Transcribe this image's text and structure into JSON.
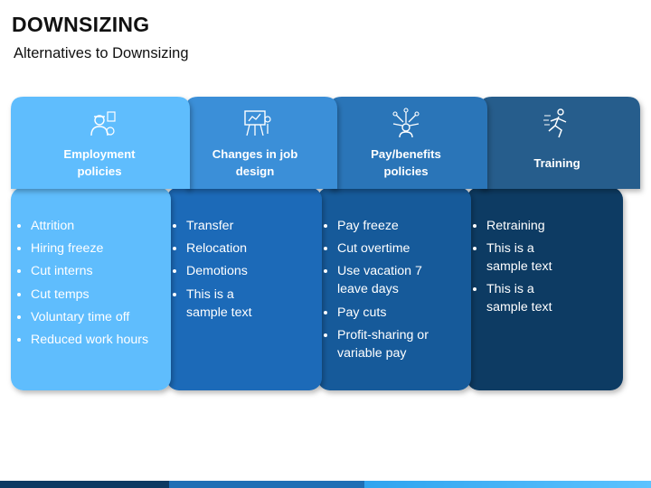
{
  "title": "DOWNSIZING",
  "subtitle": "Alternatives to Downsizing",
  "columns": [
    {
      "header": [
        "Employment",
        "policies"
      ],
      "icon": "employee-policies-icon",
      "bullets": [
        [
          "Attrition"
        ],
        [
          "Hiring freeze"
        ],
        [
          "Cut interns"
        ],
        [
          "Cut temps"
        ],
        [
          "Voluntary time off"
        ],
        [
          "Reduced work hours"
        ]
      ],
      "header_color": "#5ebdfd",
      "body_color": "#5ebdfd"
    },
    {
      "header": [
        "Changes in job",
        "design"
      ],
      "icon": "presentation-board-icon",
      "bullets": [
        [
          "Transfer"
        ],
        [
          "Relocation"
        ],
        [
          "Demotions"
        ],
        [
          "This is a",
          "sample text"
        ]
      ],
      "header_color": "#3a8fd8",
      "body_color": "#1a6bb8"
    },
    {
      "header": [
        "Pay/benefits",
        "policies"
      ],
      "icon": "person-network-icon",
      "bullets": [
        [
          "Pay freeze"
        ],
        [
          "Cut overtime"
        ],
        [
          "Use vacation 7",
          "leave days"
        ],
        [
          "Pay cuts"
        ],
        [
          "Profit-sharing or",
          "variable pay"
        ]
      ],
      "header_color": "#2a74b8",
      "body_color": "#135a9a"
    },
    {
      "header": [
        "Training"
      ],
      "icon": "running-person-icon",
      "bullets": [
        [
          "Retraining"
        ],
        [
          "This is a",
          "sample text"
        ],
        [
          "This is a",
          "sample text"
        ]
      ],
      "header_color": "#265d8c",
      "body_color": "#0d3a63"
    }
  ]
}
